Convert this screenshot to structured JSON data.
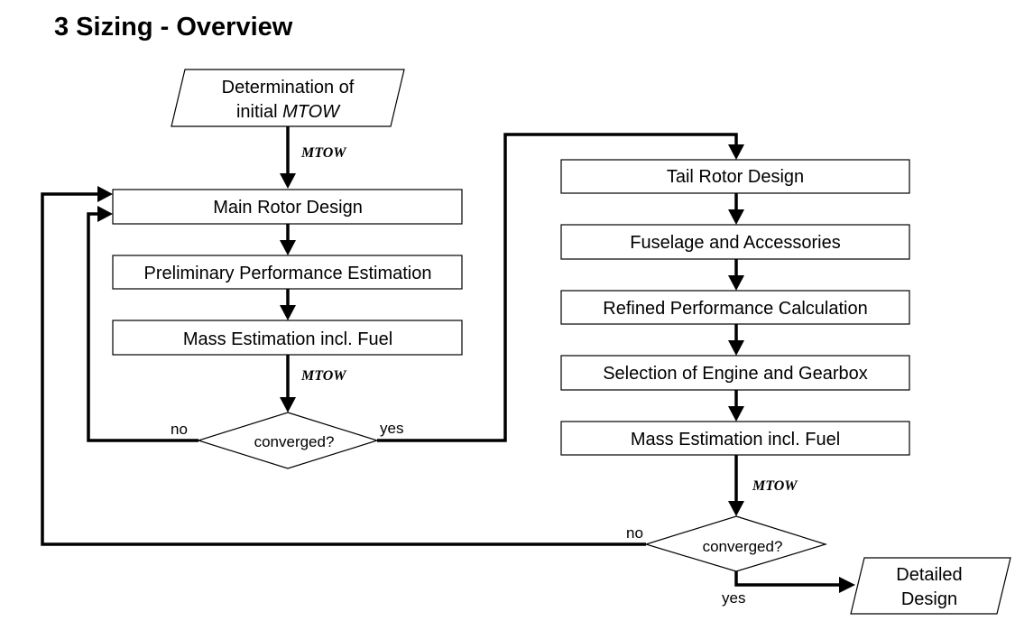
{
  "title": "3 Sizing - Overview",
  "diagram": {
    "start": {
      "line1": "Determination of",
      "line2_prefix": "initial ",
      "line2_italic": "MTOW"
    },
    "main_rotor": "Main Rotor Design",
    "prelim_perf": "Preliminary Performance Estimation",
    "mass_est_1": "Mass Estimation incl. Fuel",
    "converged_1": "converged?",
    "tail_rotor": "Tail Rotor Design",
    "fuselage": "Fuselage and Accessories",
    "refined_perf": "Refined Performance Calculation",
    "engine_gearbox": "Selection of Engine and Gearbox",
    "mass_est_2": "Mass Estimation incl. Fuel",
    "converged_2": "converged?",
    "end": {
      "line1": "Detailed",
      "line2": "Design"
    },
    "edges": {
      "mtow_1": "MTOW",
      "mtow_2": "MTOW",
      "mtow_3": "MTOW",
      "no_1": "no",
      "yes_1": "yes",
      "no_2": "no",
      "yes_2": "yes"
    }
  }
}
